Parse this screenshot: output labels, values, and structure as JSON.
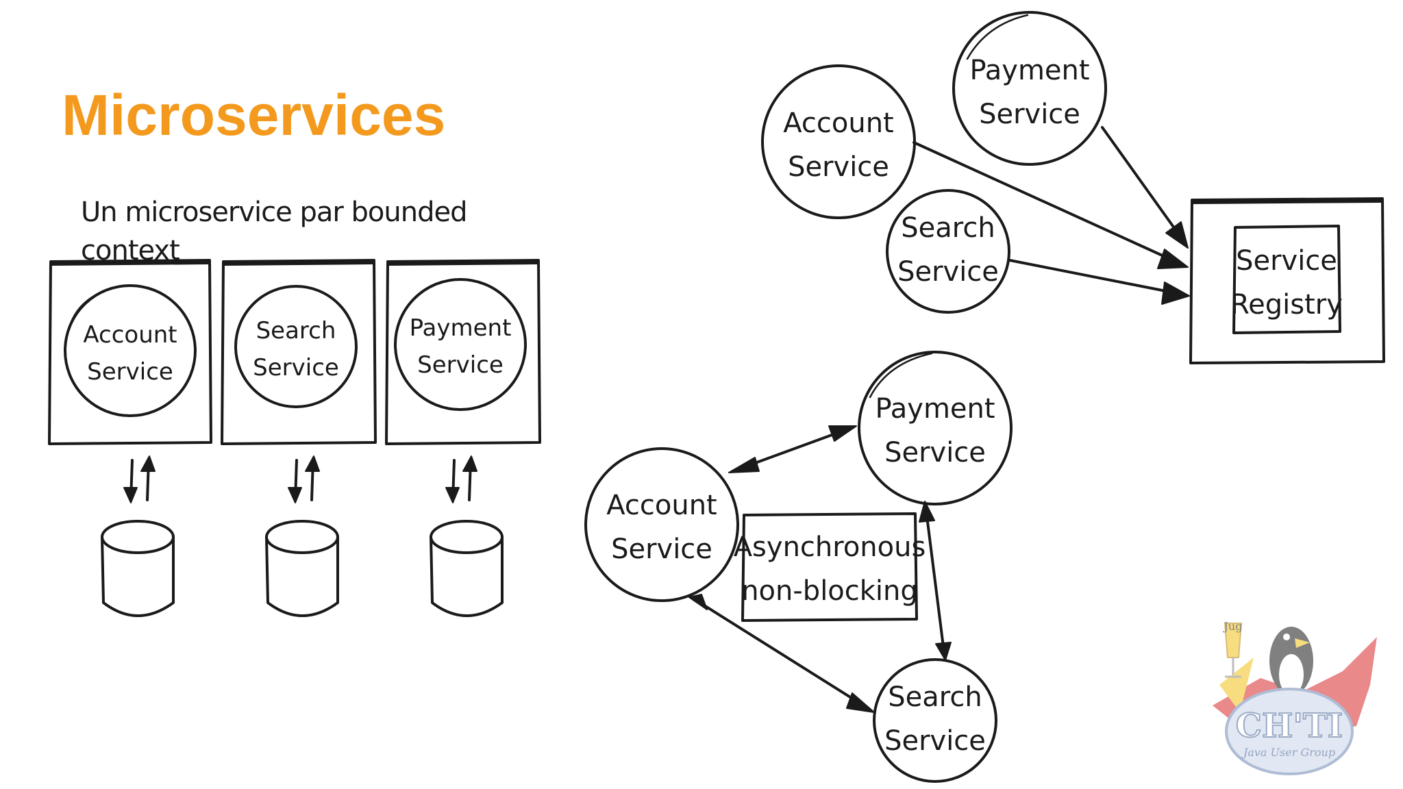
{
  "title": "Microservices",
  "subtitle": "Un microservice par bounded context",
  "colors": {
    "title": "#f39a1e",
    "ink": "#1a1a1a"
  },
  "bounded_contexts": [
    {
      "line1": "Account",
      "line2": "Service"
    },
    {
      "line1": "Search",
      "line2": "Service"
    },
    {
      "line1": "Payment",
      "line2": "Service"
    }
  ],
  "registry_group": {
    "payment": {
      "line1": "Payment",
      "line2": "Service"
    },
    "account": {
      "line1": "Account",
      "line2": "Service"
    },
    "search": {
      "line1": "Search",
      "line2": "Service"
    },
    "registry": {
      "line1": "Service",
      "line2": "Registry"
    }
  },
  "async_group": {
    "payment": {
      "line1": "Payment",
      "line2": "Service"
    },
    "account": {
      "line1": "Account",
      "line2": "Service"
    },
    "search": {
      "line1": "Search",
      "line2": "Service"
    },
    "note": {
      "line1": "Asynchronous",
      "line2": "non-blocking"
    }
  },
  "logo": {
    "line1": "CH'TI",
    "line2": "Java User Group",
    "badge": "Jug"
  }
}
